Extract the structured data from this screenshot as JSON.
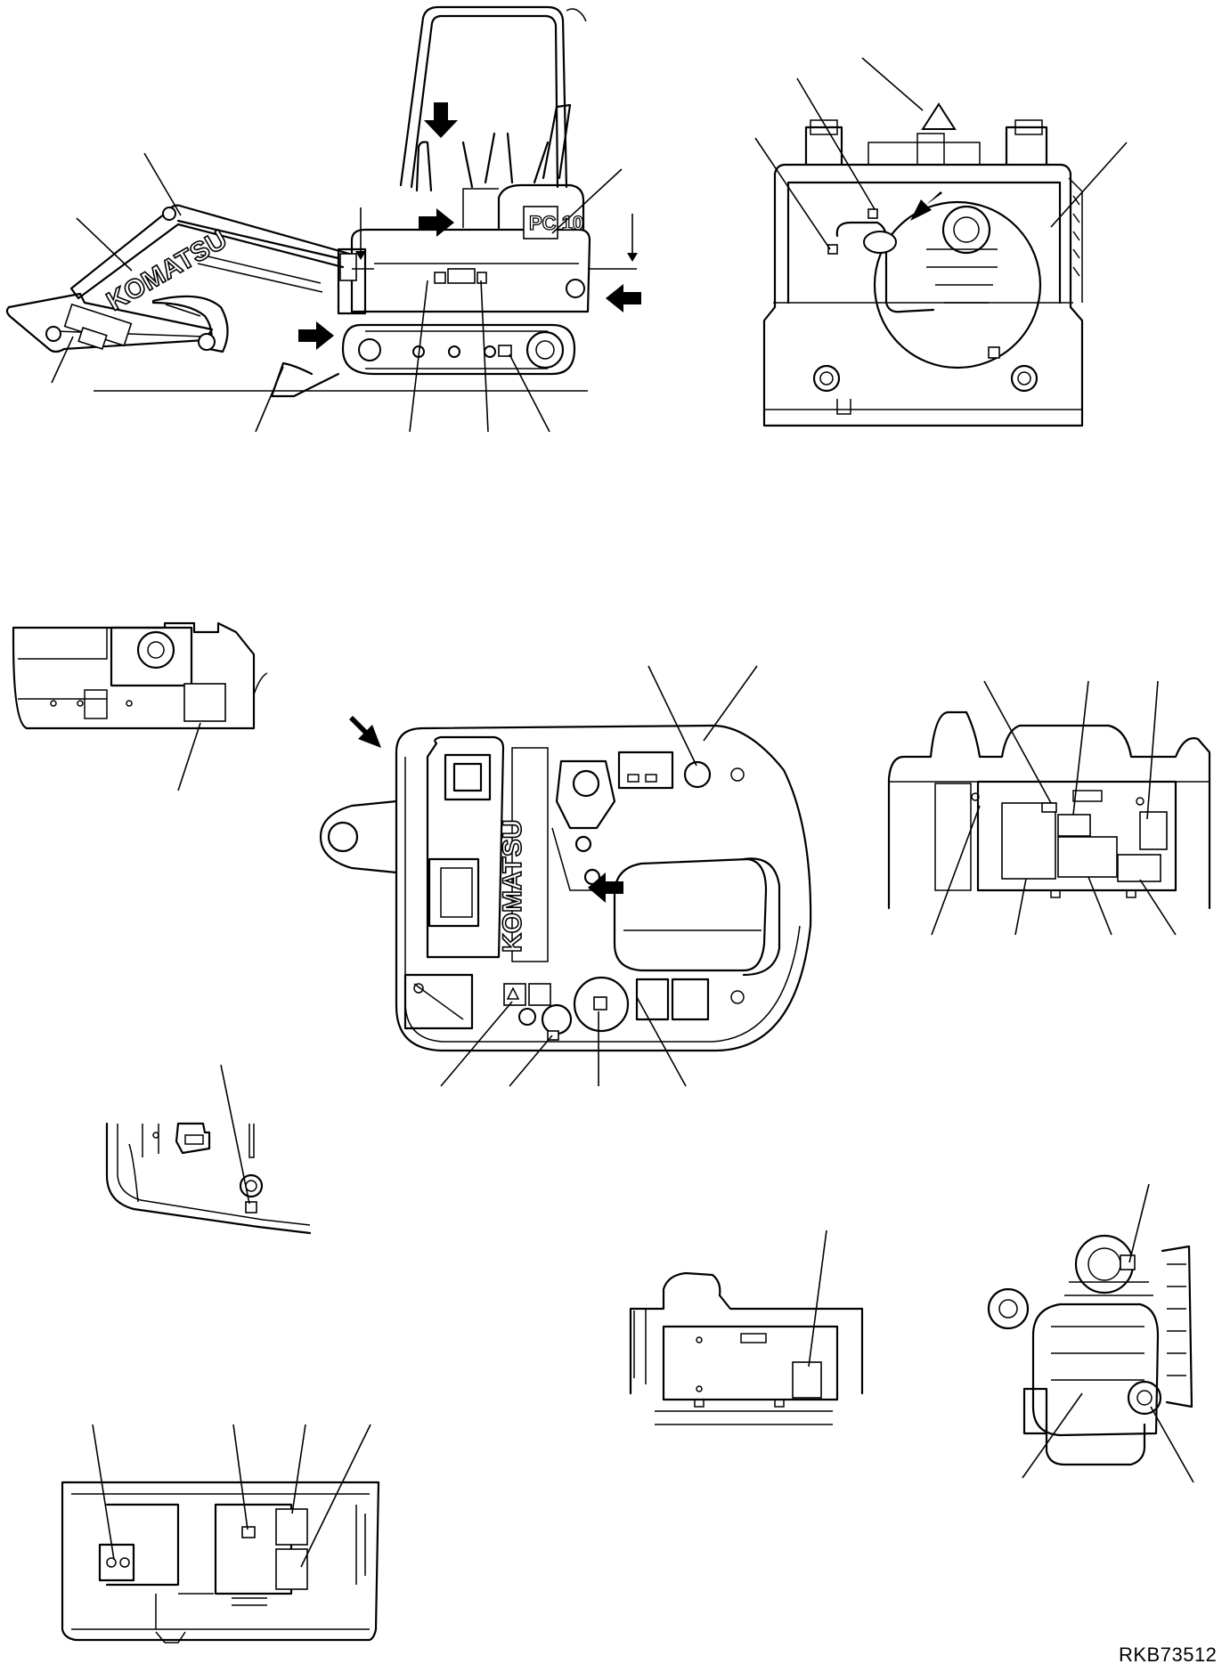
{
  "logo_text": "KOMATSU",
  "model_badge": "PC 10",
  "drawing_code": "RKB73512"
}
